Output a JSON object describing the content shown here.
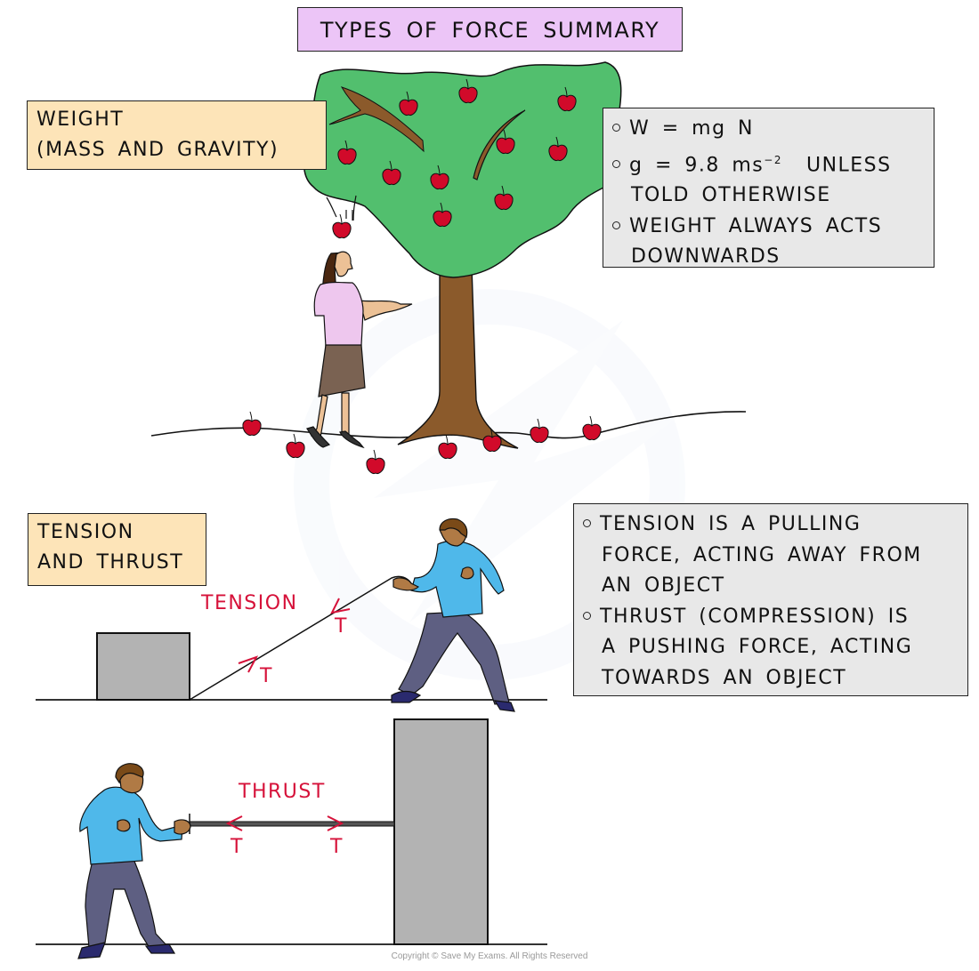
{
  "title": "TYPES OF FORCE SUMMARY",
  "weight_section": {
    "label_lines": [
      "WEIGHT",
      "(MASS AND GRAVITY)"
    ],
    "info": {
      "bullet1": "W = mg N",
      "bullet2_prefix": "g = 9.8 ms",
      "bullet2_exponent": "−2",
      "bullet2_suffix": "UNLESS",
      "bullet2_cont": "TOLD OTHERWISE",
      "bullet3": "WEIGHT ALWAYS ACTS",
      "bullet3_cont": "DOWNWARDS"
    }
  },
  "tension_section": {
    "label_lines": [
      "TENSION",
      "AND THRUST"
    ],
    "info": {
      "bullet1": "TENSION IS A PULLING",
      "bullet1_cont1": "FORCE, ACTING AWAY FROM",
      "bullet1_cont2": "AN OBJECT",
      "bullet2": "THRUST (COMPRESSION) IS",
      "bullet2_cont1": "A PUSHING FORCE, ACTING",
      "bullet2_cont2": "TOWARDS AN OBJECT"
    },
    "tension_label": "TENSION",
    "thrust_label": "THRUST",
    "force_symbol": "T"
  },
  "copyright": "Copyright © Save My Exams. All Rights Reserved",
  "colors": {
    "title_bg": "#ecc5f7",
    "label_bg": "#fde4b8",
    "info_bg": "#e8e8e8",
    "tree_green": "#52bf6e",
    "trunk_brown": "#8b5a2b",
    "apple_red": "#d10a2a",
    "force_red": "#d6123a",
    "block_gray": "#b3b3b3",
    "shirt_blue": "#4fb8ea",
    "trousers": "#5e5f82",
    "blouse": "#eec7ee",
    "skirt": "#7a6252"
  }
}
